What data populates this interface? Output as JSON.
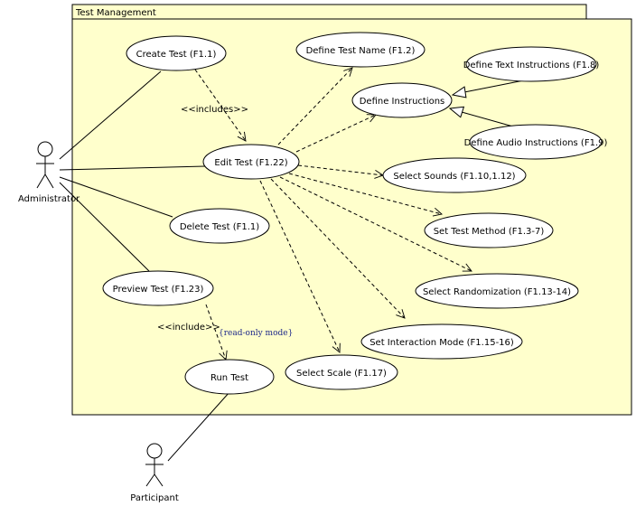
{
  "package": {
    "title": "Test Management"
  },
  "actors": [
    {
      "id": "administrator",
      "label": "Administrator"
    },
    {
      "id": "participant",
      "label": "Participant"
    }
  ],
  "use_cases": [
    {
      "id": "create_test",
      "label": "Create Test (F1.1)"
    },
    {
      "id": "define_test_name",
      "label": "Define Test Name (F1.2)"
    },
    {
      "id": "define_text_instructions",
      "label": "Define  Text Instructions (F1.8)"
    },
    {
      "id": "define_instructions",
      "label": "Define Instructions"
    },
    {
      "id": "define_audio_instructions",
      "label": "Define Audio Instructions (F1.9)"
    },
    {
      "id": "edit_test",
      "label": "Edit Test (F1.22)"
    },
    {
      "id": "select_sounds",
      "label": "Select Sounds (F1.10,1.12)"
    },
    {
      "id": "delete_test",
      "label": "Delete Test (F1.1)"
    },
    {
      "id": "set_test_method",
      "label": "Set Test Method (F1.3-7)"
    },
    {
      "id": "preview_test",
      "label": "Preview Test (F1.23)"
    },
    {
      "id": "select_randomization",
      "label": "Select Randomization (F1.13-14)"
    },
    {
      "id": "set_interaction_mode",
      "label": "Set Interaction Mode (F1.15-16)"
    },
    {
      "id": "run_test",
      "label": "Run Test"
    },
    {
      "id": "select_scale",
      "label": "Select Scale (F1.17)"
    }
  ],
  "relationships": [
    {
      "type": "association",
      "from": "administrator",
      "to": "create_test"
    },
    {
      "type": "association",
      "from": "administrator",
      "to": "edit_test"
    },
    {
      "type": "association",
      "from": "administrator",
      "to": "delete_test"
    },
    {
      "type": "association",
      "from": "administrator",
      "to": "preview_test"
    },
    {
      "type": "association",
      "from": "participant",
      "to": "run_test"
    },
    {
      "type": "dependency",
      "from": "create_test",
      "to": "edit_test",
      "label": "<<includes>>"
    },
    {
      "type": "dependency",
      "from": "preview_test",
      "to": "run_test",
      "label": "<<include>>",
      "note": "{read-only mode}"
    },
    {
      "type": "dependency",
      "from": "edit_test",
      "to": "define_test_name"
    },
    {
      "type": "dependency",
      "from": "edit_test",
      "to": "define_instructions"
    },
    {
      "type": "dependency",
      "from": "edit_test",
      "to": "select_sounds"
    },
    {
      "type": "dependency",
      "from": "edit_test",
      "to": "set_test_method"
    },
    {
      "type": "dependency",
      "from": "edit_test",
      "to": "select_randomization"
    },
    {
      "type": "dependency",
      "from": "edit_test",
      "to": "set_interaction_mode"
    },
    {
      "type": "dependency",
      "from": "edit_test",
      "to": "select_scale"
    },
    {
      "type": "generalization",
      "from": "define_text_instructions",
      "to": "define_instructions"
    },
    {
      "type": "generalization",
      "from": "define_audio_instructions",
      "to": "define_instructions"
    }
  ],
  "colors": {
    "package_fill": "#ffffcc",
    "ellipse_fill": "#ffffff",
    "line": "#000000",
    "note": "#1f2a8a"
  }
}
